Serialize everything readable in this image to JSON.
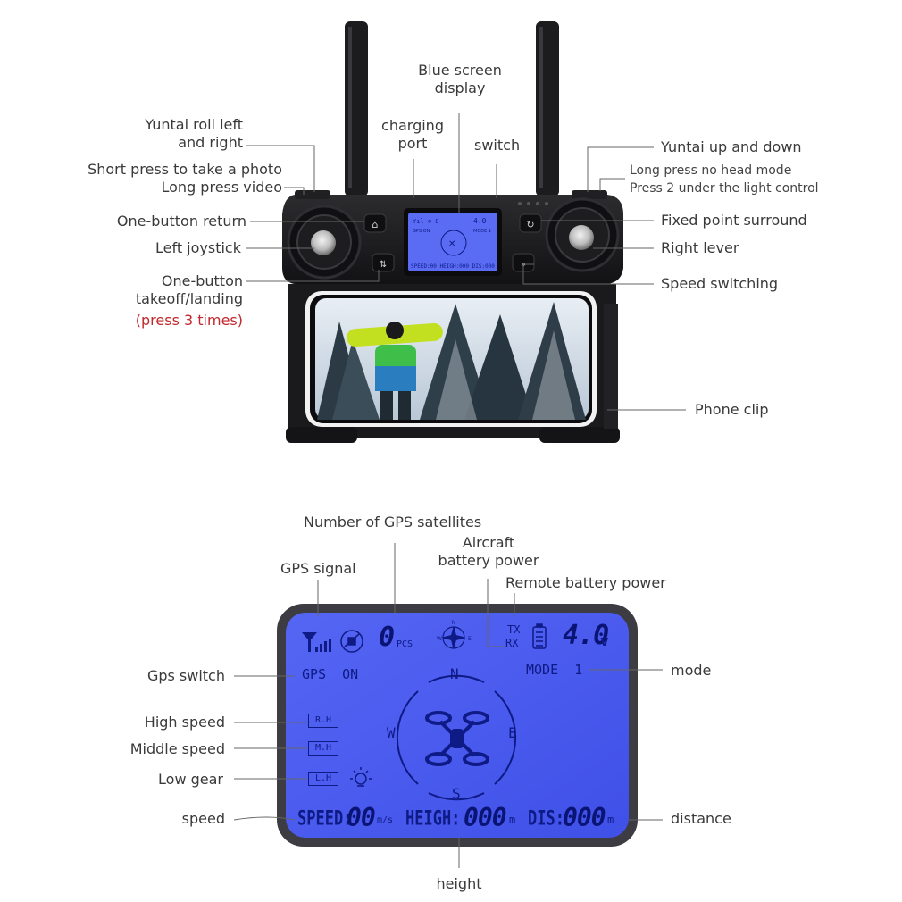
{
  "controller": {
    "labels": {
      "blue_screen": [
        "Blue screen",
        "display"
      ],
      "charging_port": [
        "charging",
        "port"
      ],
      "switch": "switch",
      "yuntai_roll": [
        "Yuntai roll left",
        "and right"
      ],
      "photo_video": [
        "Short press to take a photo",
        "Long press video"
      ],
      "one_button_return": "One-button return",
      "left_joystick": "Left joystick",
      "takeoff_landing": [
        "One-button",
        "takeoff/landing"
      ],
      "press_3_times": "(press 3 times)",
      "yuntai_updown": "Yuntai up and down",
      "head_mode": [
        "Long press no head mode",
        "Press 2 under the light control"
      ],
      "fixed_point": "Fixed point surround",
      "right_lever": "Right lever",
      "speed_switching": "Speed switching",
      "phone_clip": "Phone clip"
    },
    "colors": {
      "body": "#1b1b1d",
      "lcd": "#4a5cf0",
      "highlight": "#c0282d"
    }
  },
  "display": {
    "labels": {
      "gps_satellites": "Number of GPS satellites",
      "aircraft_battery": [
        "Aircraft",
        "battery power"
      ],
      "gps_signal": "GPS signal",
      "remote_battery": "Remote battery power",
      "gps_switch": "Gps switch",
      "mode": "mode",
      "high_speed": "High speed",
      "middle_speed": "Middle speed",
      "low_gear": "Low gear",
      "speed": "speed",
      "distance": "distance",
      "height": "height"
    },
    "screen": {
      "sat_count": "0",
      "pcs": "PCS",
      "tx": "TX",
      "rx": "RX",
      "voltage": "4.0",
      "volt_unit": "v",
      "gps_status": "GPS  ON",
      "mode_text": "MODE  1",
      "compass": {
        "n": "N",
        "s": "S",
        "e": "E",
        "w": "W"
      },
      "rh": "R.H",
      "mh": "M.H",
      "lh": "L.H",
      "speed_label": "SPEED:",
      "speed_value": "00",
      "speed_unit": "m/s",
      "height_label": "HEIGH:",
      "height_value": "000",
      "height_unit": "m",
      "dis_label": "DIS:",
      "dis_value": "000",
      "dis_unit": "m"
    }
  }
}
